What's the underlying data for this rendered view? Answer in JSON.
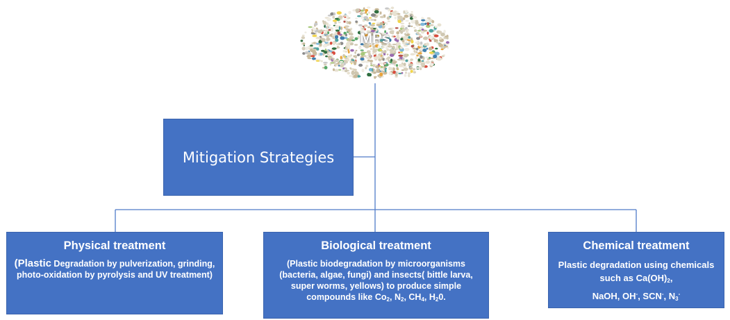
{
  "root": {
    "label": "MPs"
  },
  "center": {
    "label": "Mitigation Strategies"
  },
  "branches": [
    {
      "title": "Physical treatment",
      "desc_lead": "(Plastic",
      "desc_body": " Degradation by pulverization, grinding, photo-oxidation by pyrolysis and UV treatment)"
    },
    {
      "title": "Biological treatment",
      "desc_body": "(Plastic biodegradation by microorganisms (bacteria, algae, fungi) and insects( bittle larva, super worms, yellows) to produce simple compounds like ",
      "formulas": [
        "Co",
        "2",
        ", N",
        "2",
        ", CH",
        "4",
        ", H",
        "2",
        "0."
      ]
    },
    {
      "title": "Chemical treatment",
      "desc_body": "Plastic degradation using chemicals such as Ca(OH)",
      "formulas": [
        "2",
        ",",
        "NaOH, OH",
        "-",
        ", SCN",
        "-",
        ", N",
        "3",
        "-"
      ]
    }
  ],
  "colors": {
    "box_fill": "#4472c4",
    "box_text": "#ffffff",
    "connector": "#4472c4"
  }
}
